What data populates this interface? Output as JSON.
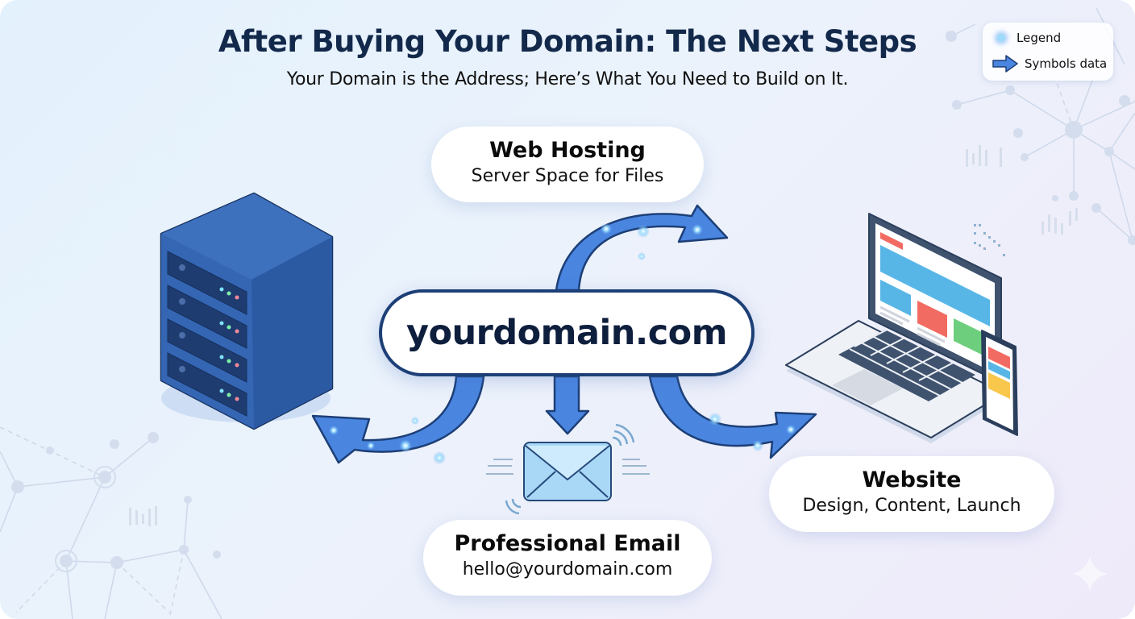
{
  "header": {
    "title": "After Buying Your Domain: The Next Steps",
    "subtitle": "Your Domain is the Address; Here’s What You Need to Build on It."
  },
  "legend": {
    "items": [
      {
        "icon": "glow-dot-icon",
        "label": "Legend"
      },
      {
        "icon": "arrow-right-icon",
        "label": "Symbols data"
      }
    ]
  },
  "center": {
    "domain": "yourdomain.com"
  },
  "nodes": {
    "hosting": {
      "title": "Web Hosting",
      "subtitle": "Server Space for Files",
      "icon": "server-icon"
    },
    "email": {
      "title": "Professional Email",
      "subtitle": "hello@yourdomain.com",
      "icon": "envelope-icon"
    },
    "website": {
      "title": "Website",
      "subtitle": "Design, Content, Launch",
      "icon": "laptop-phone-icon"
    }
  },
  "colors": {
    "title": "#13294b",
    "arrow_fill": "#4a86e0",
    "arrow_stroke": "#1d3f77",
    "server": "#3466b4",
    "background": "#e8f1fb"
  }
}
